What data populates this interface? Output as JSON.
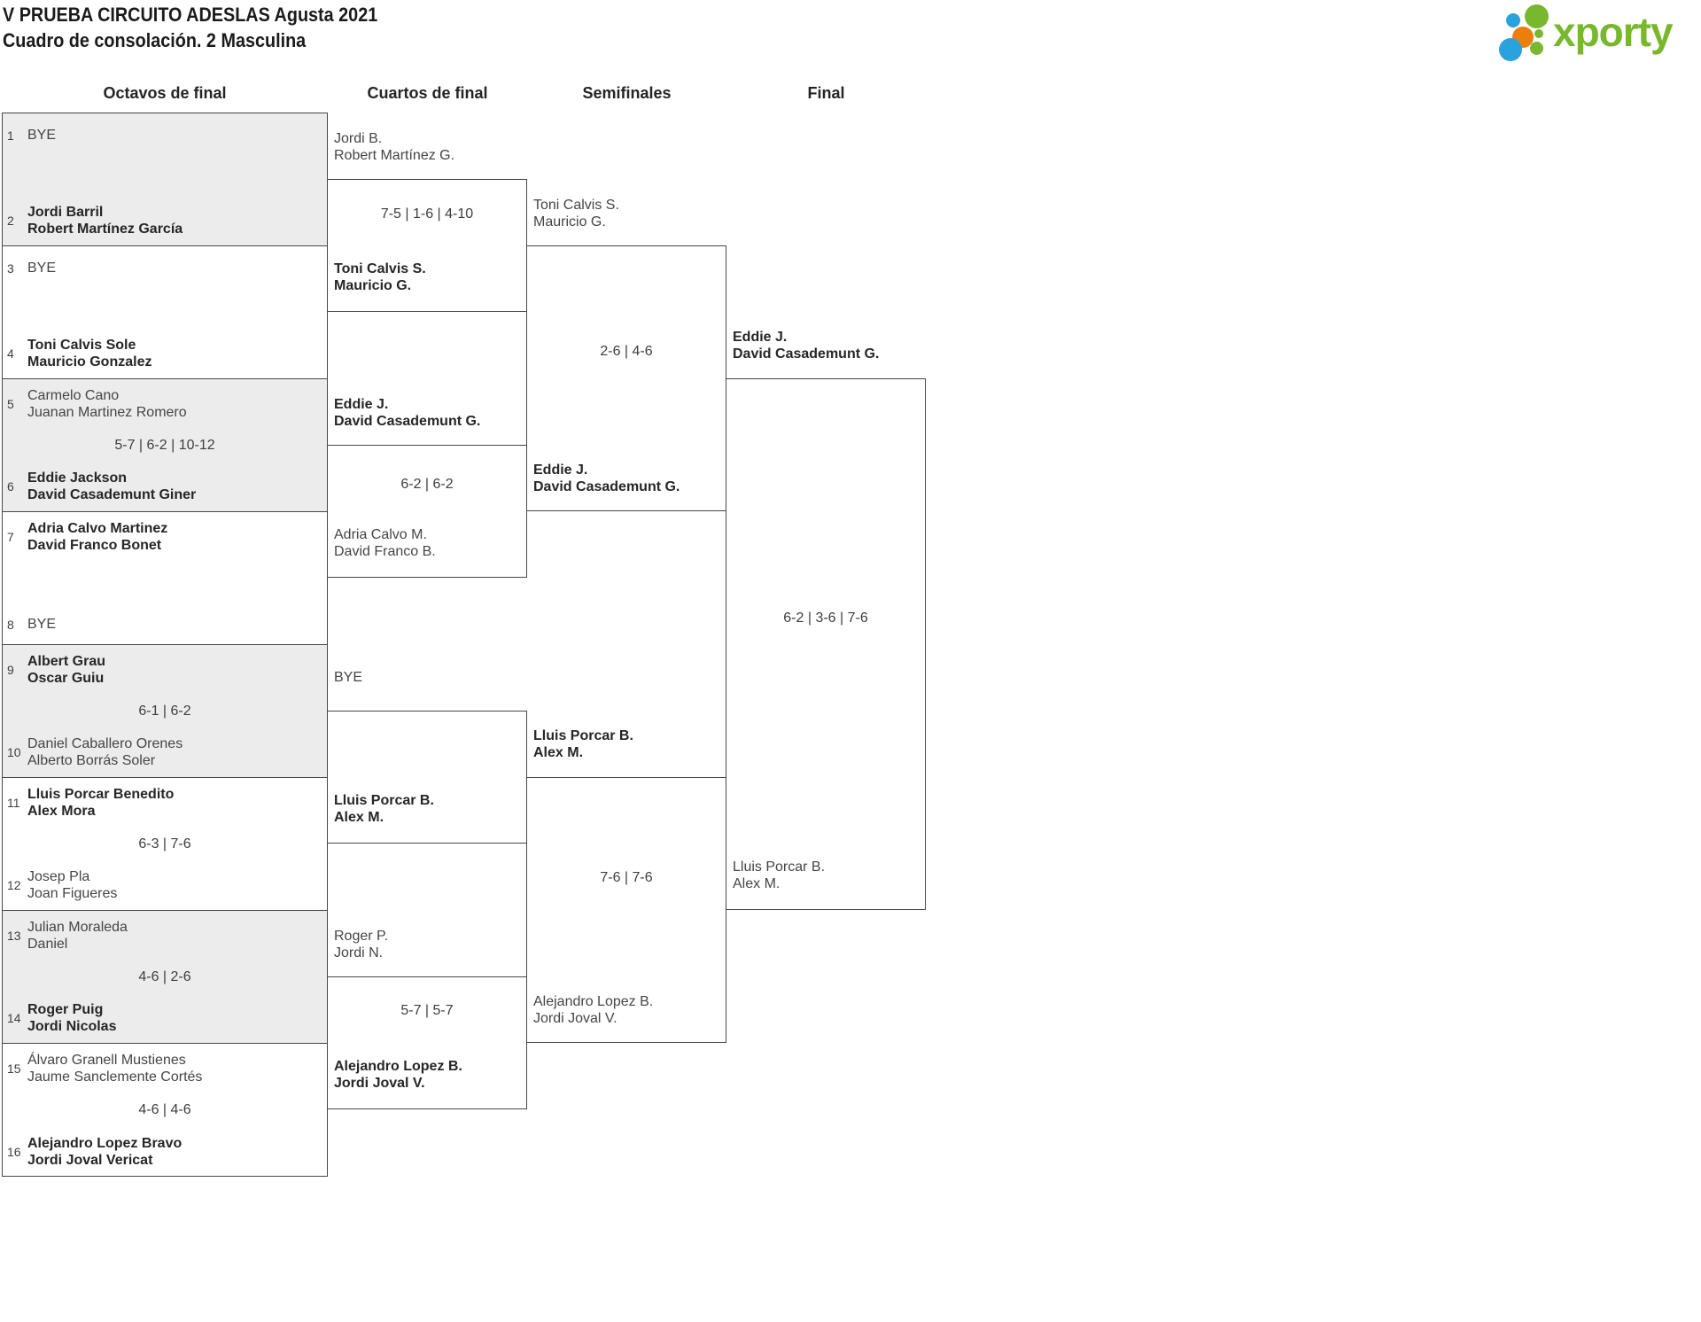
{
  "title": {
    "line1": "V PRUEBA CIRCUITO ADESLAS Agusta 2021",
    "line2": "Cuadro de consolación. 2 Masculina"
  },
  "logo": {
    "text": "xporty"
  },
  "round_headers": {
    "r16": "Octavos de final",
    "qf": "Cuartos de final",
    "sf": "Semifinales",
    "final": "Final"
  },
  "round1": {
    "entries": [
      {
        "seed": "1",
        "line1": "BYE",
        "line2": "",
        "winner": false
      },
      {
        "seed": "2",
        "line1": "Jordi Barril",
        "line2": "Robert Martínez García",
        "winner": true
      },
      {
        "seed": "3",
        "line1": "BYE",
        "line2": "",
        "winner": false
      },
      {
        "seed": "4",
        "line1": "Toni Calvis Sole",
        "line2": "Mauricio Gonzalez",
        "winner": true
      },
      {
        "seed": "5",
        "line1": "Carmelo Cano",
        "line2": "Juanan Martinez Romero",
        "winner": false
      },
      {
        "seed": "6",
        "line1": "Eddie Jackson",
        "line2": "David Casademunt Giner",
        "winner": true
      },
      {
        "seed": "7",
        "line1": "Adria Calvo Martinez",
        "line2": "David Franco Bonet",
        "winner": true
      },
      {
        "seed": "8",
        "line1": "BYE",
        "line2": "",
        "winner": false
      },
      {
        "seed": "9",
        "line1": "Albert Grau",
        "line2": "Oscar Guiu",
        "winner": true
      },
      {
        "seed": "10",
        "line1": "Daniel Caballero Orenes",
        "line2": "Alberto Borrás Soler",
        "winner": false
      },
      {
        "seed": "11",
        "line1": "Lluis Porcar Benedito",
        "line2": "Alex Mora",
        "winner": true
      },
      {
        "seed": "12",
        "line1": "Josep Pla",
        "line2": "Joan Figueres",
        "winner": false
      },
      {
        "seed": "13",
        "line1": "Julian Moraleda",
        "line2": "Daniel",
        "winner": false
      },
      {
        "seed": "14",
        "line1": "Roger Puig",
        "line2": "Jordi Nicolas",
        "winner": true
      },
      {
        "seed": "15",
        "line1": "Álvaro Granell Mustienes",
        "line2": "Jaume Sanclemente Cortés",
        "winner": false
      },
      {
        "seed": "16",
        "line1": "Alejandro Lopez Bravo",
        "line2": "Jordi Joval Vericat",
        "winner": true
      }
    ],
    "match_scores": [
      "",
      "",
      "5-7 | 6-2 | 10-12",
      "",
      "6-1 | 6-2",
      "6-3 | 7-6",
      "4-6 | 2-6",
      "4-6 | 4-6"
    ]
  },
  "quarterfinals": {
    "matches": [
      {
        "team1": {
          "line1": "Jordi B.",
          "line2": "Robert Martínez G.",
          "winner": false
        },
        "team2": {
          "line1": "Toni Calvis S.",
          "line2": "Mauricio G.",
          "winner": true
        },
        "score": "7-5 | 1-6 | 4-10"
      },
      {
        "team1": {
          "line1": "Eddie J.",
          "line2": "David Casademunt G.",
          "winner": true
        },
        "team2": {
          "line1": "Adria Calvo M.",
          "line2": "David Franco B.",
          "winner": false
        },
        "score": "6-2 | 6-2"
      },
      {
        "team1": {
          "line1": "BYE",
          "line2": "",
          "winner": false
        },
        "team2": {
          "line1": "Lluis Porcar B.",
          "line2": "Alex M.",
          "winner": true
        },
        "score": ""
      },
      {
        "team1": {
          "line1": "Roger P.",
          "line2": "Jordi N.",
          "winner": false
        },
        "team2": {
          "line1": "Alejandro Lopez B.",
          "line2": "Jordi Joval V.",
          "winner": true
        },
        "score": "5-7 | 5-7"
      }
    ]
  },
  "semifinals": {
    "matches": [
      {
        "team1": {
          "line1": "Toni Calvis S.",
          "line2": "Mauricio G.",
          "winner": false
        },
        "team2": {
          "line1": "Eddie J.",
          "line2": "David Casademunt G.",
          "winner": true
        },
        "score": "2-6 | 4-6"
      },
      {
        "team1": {
          "line1": "Lluis Porcar B.",
          "line2": "Alex M.",
          "winner": true
        },
        "team2": {
          "line1": "Alejandro Lopez B.",
          "line2": "Jordi Joval V.",
          "winner": false
        },
        "score": "7-6 | 7-6"
      }
    ]
  },
  "final": {
    "team1": {
      "line1": "Eddie J.",
      "line2": "David Casademunt G.",
      "winner": true
    },
    "team2": {
      "line1": "Lluis Porcar B.",
      "line2": "Alex M.",
      "winner": false
    },
    "score": "6-2 | 3-6 | 7-6"
  },
  "colors": {
    "logo_green": "#78b72e",
    "logo_blue": "#2aa3dc",
    "logo_orange": "#ec7e0d",
    "box_shade": "#ececec",
    "line": "#474747"
  }
}
